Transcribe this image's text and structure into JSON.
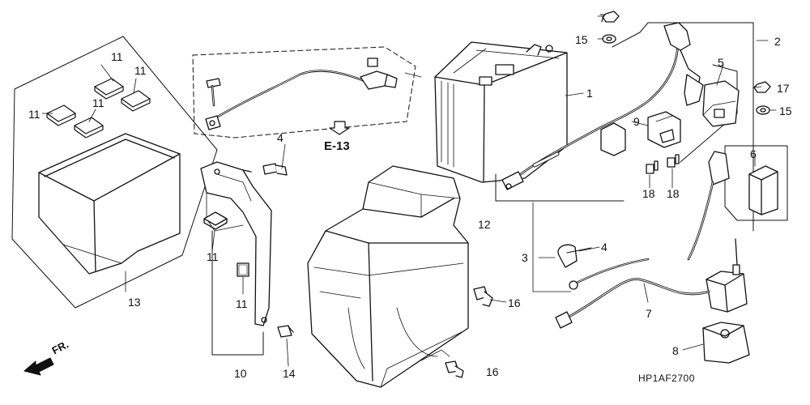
{
  "diagram": {
    "drawing_code": "HP1AF2700",
    "section_ref": "E-13",
    "direction_label": "FR.",
    "callouts": {
      "c1": "1",
      "c2": "2",
      "c3": "3",
      "c4a": "4",
      "c4b": "4",
      "c5": "5",
      "c6": "6",
      "c7": "7",
      "c8": "8",
      "c9": "9",
      "c10": "10",
      "c11a": "11",
      "c11b": "11",
      "c11c": "11",
      "c11d": "11",
      "c11e": "11",
      "c11f": "11",
      "c12": "12",
      "c13": "13",
      "c14": "14",
      "c15a": "15",
      "c15b": "15",
      "c16a": "16",
      "c16b": "16",
      "c17a": "7",
      "c17b": "17",
      "c18a": "18",
      "c18b": "18"
    }
  }
}
